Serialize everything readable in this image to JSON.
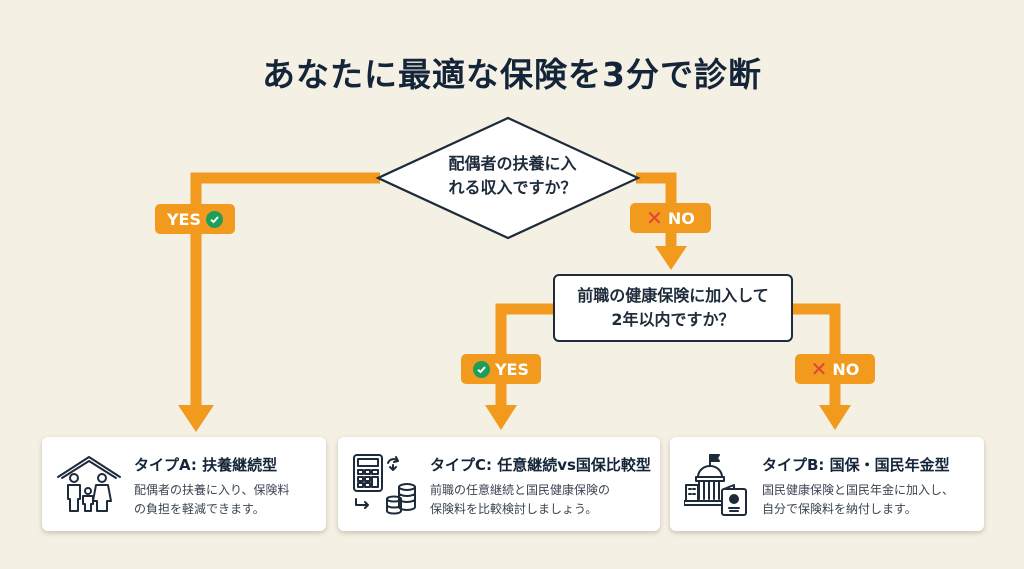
{
  "title": "あなたに最適な保険を3分で診断",
  "colors": {
    "background": "#f4f0e3",
    "flow": "#f19a1d",
    "text": "#14253a",
    "yes_check": "#1e9e5a",
    "no_cross": "#e0433a"
  },
  "question1": {
    "shape": "diamond",
    "line1": "配偶者の扶養に入",
    "line2": "れる収入ですか？"
  },
  "question1_yes": {
    "label": "YES",
    "icon": "check-circle-icon"
  },
  "question1_no": {
    "label": "NO",
    "icon": "cross-icon"
  },
  "question2": {
    "shape": "rectangle",
    "line1": "前職の健康保険に加入して",
    "line2": "2年以内ですか？"
  },
  "question2_yes": {
    "label": "YES",
    "icon": "check-circle-icon"
  },
  "question2_no": {
    "label": "NO",
    "icon": "cross-icon"
  },
  "results": [
    {
      "id": "A",
      "title": "タイプA: 扶養継続型",
      "desc_line1": "配偶者の扶養に入り、保険料",
      "desc_line2": "の負担を軽減できます。",
      "icon": "family-house-icon"
    },
    {
      "id": "C",
      "title": "タイプC: 任意継続vs国保比較型",
      "desc_line1": "前職の任意継続と国民健康保険の",
      "desc_line2": "保険料を比較検討しましょう。",
      "icon": "calculator-coins-icon"
    },
    {
      "id": "B",
      "title": "タイプB: 国保・国民年金型",
      "desc_line1": "国民健康保険と国民年金に加入し、",
      "desc_line2": "自分で保険料を納付します。",
      "icon": "government-building-icon"
    }
  ],
  "flow": [
    {
      "from": "question1",
      "branch": "YES",
      "to": "A"
    },
    {
      "from": "question1",
      "branch": "NO",
      "to": "question2"
    },
    {
      "from": "question2",
      "branch": "YES",
      "to": "C"
    },
    {
      "from": "question2",
      "branch": "NO",
      "to": "B"
    }
  ]
}
